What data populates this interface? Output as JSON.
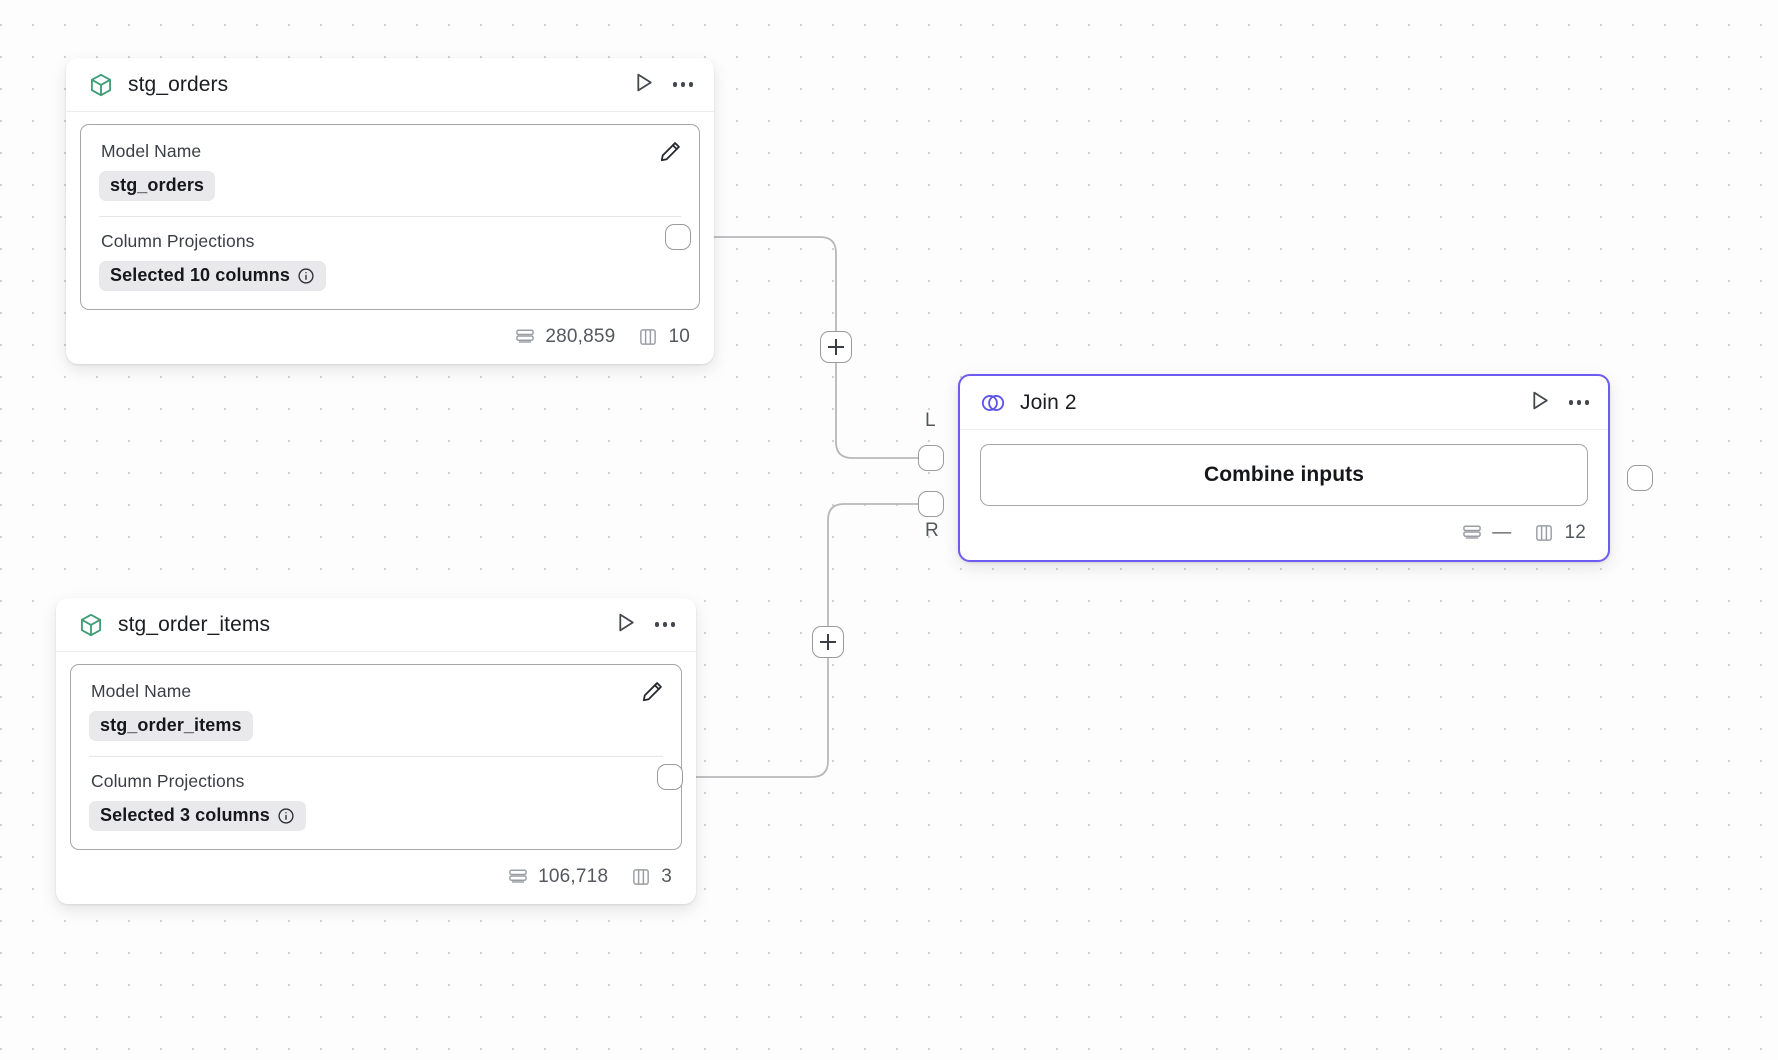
{
  "canvas": {
    "background": "#fdfdfd",
    "grid_dot_color": "#d4d2d6",
    "grid_spacing": "32"
  },
  "theme": {
    "accent_purple": "#6c5cf2",
    "model_green": "#3f9e76",
    "chip_bg": "#e9e8ea",
    "text_primary": "#15171b",
    "text_muted": "#6c7077"
  },
  "nodes": [
    {
      "id": "stg_orders",
      "icon": "cube-icon",
      "title": "stg_orders",
      "run_label": "Run",
      "menu_label": "More options",
      "config": {
        "model_name_label": "Model Name",
        "model_name_value": "stg_orders",
        "projections_label": "Column Projections",
        "projections_value": "Selected 10 columns",
        "info_tooltip": "i",
        "edit_label": "Edit"
      },
      "footer": {
        "rows_icon": "rows-icon",
        "rows": "280,859",
        "columns_icon": "columns-icon",
        "columns": "10"
      }
    },
    {
      "id": "stg_order_items",
      "icon": "cube-icon",
      "title": "stg_order_items",
      "run_label": "Run",
      "menu_label": "More options",
      "config": {
        "model_name_label": "Model Name",
        "model_name_value": "stg_order_items",
        "projections_label": "Column Projections",
        "projections_value": "Selected 3 columns",
        "info_tooltip": "i",
        "edit_label": "Edit"
      },
      "footer": {
        "rows_icon": "rows-icon",
        "rows": "106,718",
        "columns_icon": "columns-icon",
        "columns": "3"
      }
    },
    {
      "id": "join_2",
      "icon": "join-venn-icon",
      "title": "Join 2",
      "run_label": "Run",
      "menu_label": "More options",
      "selected": true,
      "action_button": "Combine inputs",
      "ports": {
        "left_label": "L",
        "right_label": "R"
      },
      "footer": {
        "rows_icon": "rows-icon",
        "rows": "—",
        "columns_icon": "columns-icon",
        "columns": "12"
      }
    }
  ],
  "edges": {
    "add_node_label": "+"
  }
}
